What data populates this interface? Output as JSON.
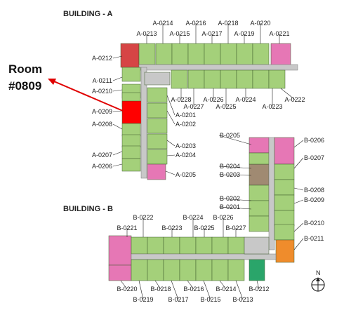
{
  "buildings": [
    {
      "title": "BUILDING - A",
      "units_top": [
        "A-0213",
        "A-0214",
        "A-0215",
        "A-0216",
        "A-0217",
        "A-0218",
        "A-0219",
        "A-0220",
        "A-0221"
      ],
      "units_left": [
        "A-0212",
        "A-0211",
        "A-0210",
        "A-0209",
        "A-0208",
        "A-0207",
        "A-0206"
      ],
      "units_inner": [
        "A-0228",
        "A-0227",
        "A-0226",
        "A-0225",
        "A-0224",
        "A-0223",
        "A-0222",
        "A-0201",
        "A-0202",
        "A-0203",
        "A-0204",
        "A-0205"
      ]
    },
    {
      "title": "BUILDING - B",
      "units_top": [
        "B-0222",
        "B-0221",
        "B-0224",
        "B-0223",
        "B-0225",
        "B-0226",
        "B-0227"
      ],
      "units_bottom": [
        "B-0220",
        "B-0219",
        "B-0218",
        "B-0217",
        "B-0216",
        "B-0215",
        "B-0214",
        "B-0213",
        "B-0212"
      ],
      "units_tower": [
        "B-0205",
        "B-0204",
        "B-0203",
        "B-0202",
        "B-0201"
      ],
      "units_right": [
        "B-0206",
        "B-0207",
        "B-0208",
        "B-0209",
        "B-0210",
        "B-0211"
      ]
    }
  ],
  "annotation": {
    "line1": "Room",
    "line2": "#0809"
  },
  "compass_label": "N",
  "colors": {
    "unit_green": "#a4d07a",
    "unit_pink": "#e677b5",
    "unit_red": "#d64545",
    "unit_brown": "#a08a72",
    "unit_orange": "#ef8c2c",
    "unit_teal": "#2aa56a",
    "highlight": "#ff0000",
    "corridor": "#c8c8c8"
  }
}
